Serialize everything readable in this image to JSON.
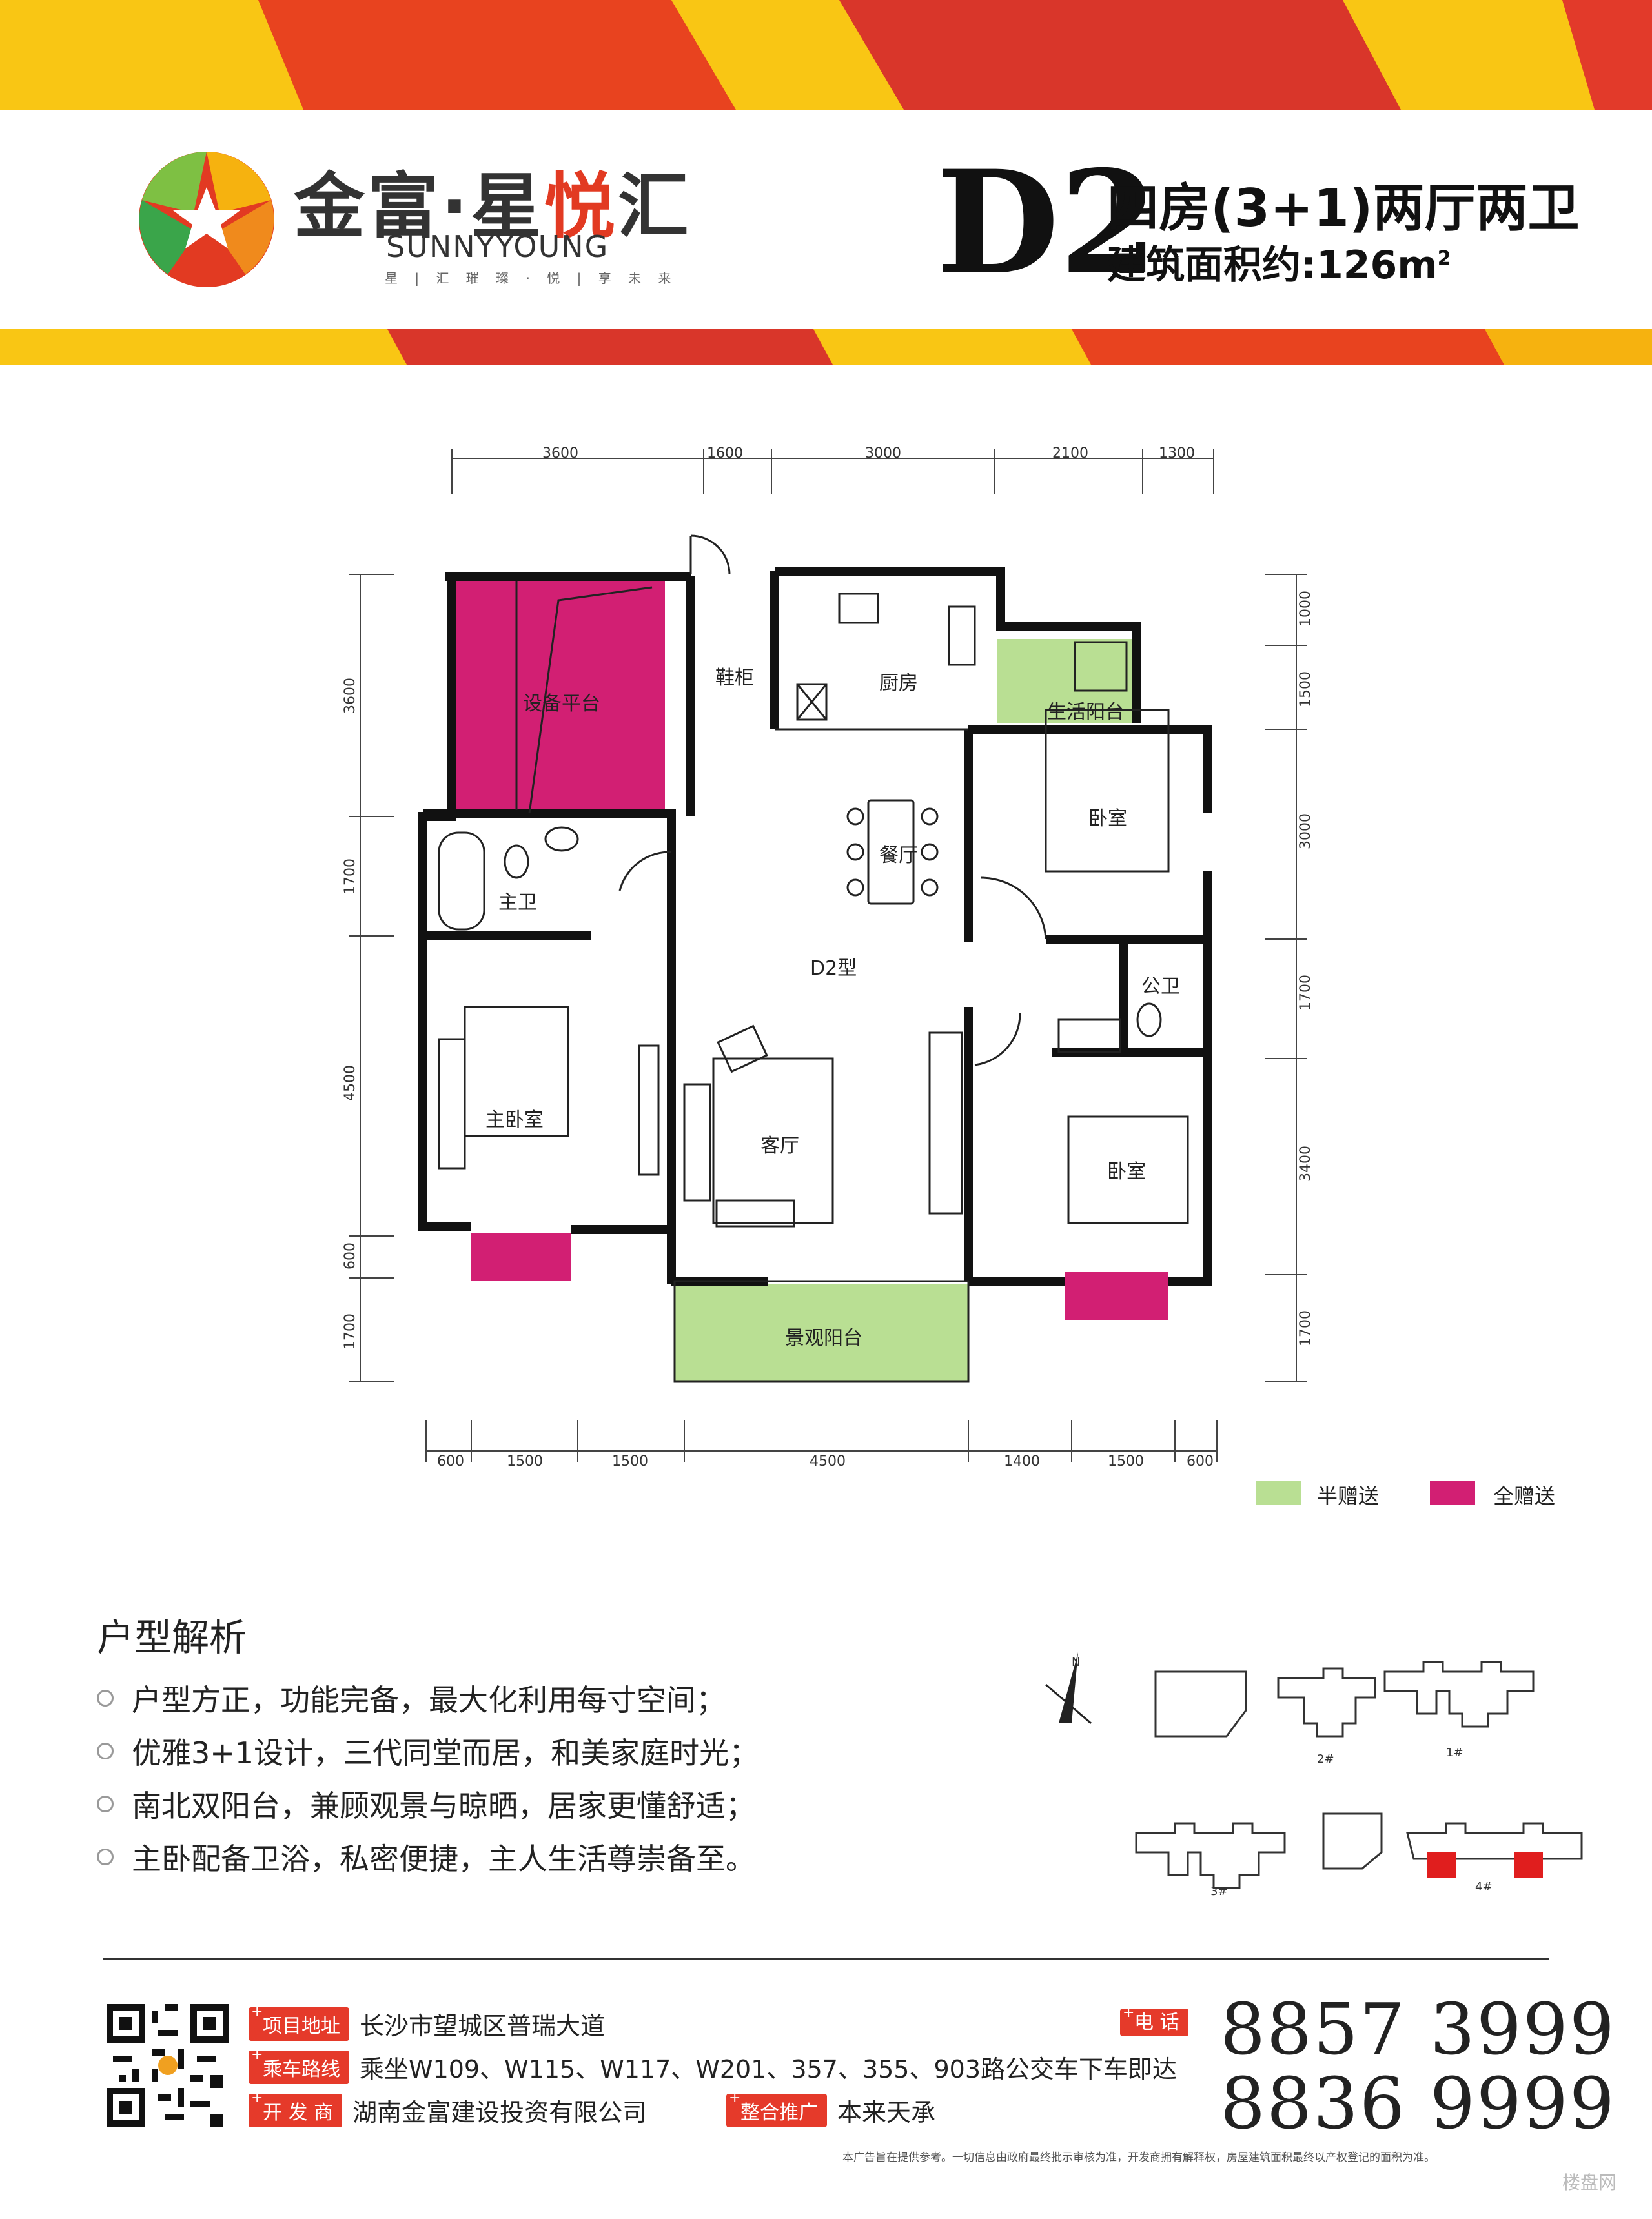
{
  "brand": {
    "name_cn_prefix": "金富·星",
    "name_cn_highlight": "悦",
    "name_cn_suffix": "汇",
    "name_en": "SUNNYYOUNG",
    "slogan": "星 | 汇 璀 璨 · 悦 | 享 未 来"
  },
  "unit": {
    "code": "D2",
    "type": "四房(3+1)两厅两卫",
    "area_label": "建筑面积约:126m",
    "area_sup": "2"
  },
  "floorplan": {
    "top_dims": [
      "3600",
      "1600",
      "3000",
      "2100",
      "1300"
    ],
    "bottom_dims": [
      "600",
      "1500",
      "1500",
      "4500",
      "1400",
      "1500",
      "600"
    ],
    "left_dims": [
      "3600",
      "1700",
      "4500",
      "600",
      "1700"
    ],
    "right_dims": [
      "1000",
      "1500",
      "3000",
      "1700",
      "3400",
      "1700"
    ],
    "rooms": {
      "equipment": "设备平台",
      "shoe_cabinet": "鞋柜",
      "kitchen": "厨房",
      "utility_balcony": "生活阳台",
      "dining": "餐厅",
      "bedroom_ne": "卧室",
      "master_bath": "主卫",
      "unit_label": "D2型",
      "public_bath": "公卫",
      "master_bedroom": "主卧室",
      "living": "客厅",
      "bedroom_se": "卧室",
      "view_balcony": "景观阳台"
    }
  },
  "legend": {
    "half_label": "半赠送",
    "full_label": "全赠送",
    "half_color": "#b9df93",
    "full_color": "#d21f73"
  },
  "analysis": {
    "title": "户型解析",
    "points": [
      "户型方正，功能完备，最大化利用每寸空间；",
      "优雅3+1设计，三代同堂而居，和美家庭时光；",
      "南北双阳台，兼顾观景与晾晒，居家更懂舒适；",
      "主卧配备卫浴，私密便捷，主人生活尊崇备至。"
    ]
  },
  "site_map": {
    "north": "N",
    "labels": [
      "2#",
      "1#",
      "3#",
      "4#"
    ]
  },
  "contact": {
    "address_tag": "项目地址",
    "address": "长沙市望城区普瑞大道",
    "bus_tag": "乘车路线",
    "bus": "乘坐W109、W115、W117、W201、357、355、903路公交车下车即达",
    "developer_tag": "开 发 商",
    "developer": "湖南金富建设投资有限公司",
    "promo_tag": "整合推广",
    "promo": "本来天承",
    "phone_tag": "电    话",
    "phone1": "8857 3999",
    "phone2": "8836 9999"
  },
  "disclaimer": "本广告旨在提供参考。一切信息由政府最终批示审核为准，开发商拥有解释权，房屋建筑面积最终以产权登记的面积为准。",
  "watermark": "楼盘网"
}
